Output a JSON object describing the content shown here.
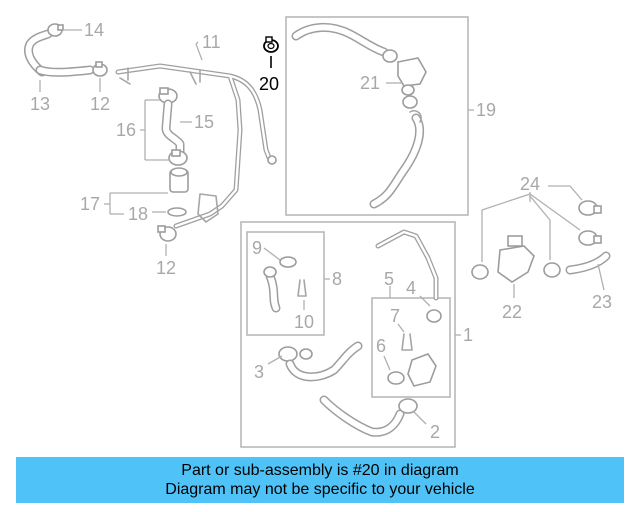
{
  "diagram": {
    "callouts": [
      {
        "id": "c14",
        "text": "14"
      },
      {
        "id": "c11",
        "text": "11"
      },
      {
        "id": "c20",
        "text": "20",
        "highlight": true
      },
      {
        "id": "c13",
        "text": "13"
      },
      {
        "id": "c12a",
        "text": "12"
      },
      {
        "id": "c21",
        "text": "21"
      },
      {
        "id": "c19",
        "text": "19"
      },
      {
        "id": "c16",
        "text": "16"
      },
      {
        "id": "c15",
        "text": "15"
      },
      {
        "id": "c17",
        "text": "17"
      },
      {
        "id": "c18",
        "text": "18"
      },
      {
        "id": "c24",
        "text": "24"
      },
      {
        "id": "c12b",
        "text": "12"
      },
      {
        "id": "c9",
        "text": "9"
      },
      {
        "id": "c8",
        "text": "8"
      },
      {
        "id": "c10",
        "text": "10"
      },
      {
        "id": "c5",
        "text": "5"
      },
      {
        "id": "c4",
        "text": "4"
      },
      {
        "id": "c1",
        "text": "1"
      },
      {
        "id": "c22",
        "text": "22"
      },
      {
        "id": "c23",
        "text": "23"
      },
      {
        "id": "c7",
        "text": "7"
      },
      {
        "id": "c6",
        "text": "6"
      },
      {
        "id": "c3",
        "text": "3"
      },
      {
        "id": "c2",
        "text": "2"
      }
    ],
    "colors": {
      "highlight": "#000000",
      "parts": "#a8a8a8",
      "banner": "#4fc3f7"
    }
  },
  "banner": {
    "line1": "Part or sub-assembly is #20 in diagram",
    "line2": "Diagram may not be specific to your vehicle"
  }
}
